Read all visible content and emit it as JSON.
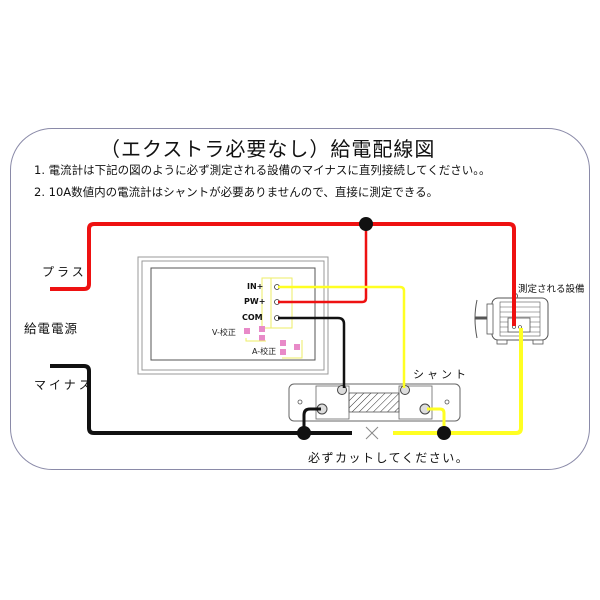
{
  "title": "（エクストラ必要なし）給電配線図",
  "notes": [
    "1. 電流計は下記の図のように必ず測定される設備のマイナスに直列接続してください。。",
    "2. 10A数値内の電流計はシャントが必要ありませんので、直接に測定できる。"
  ],
  "labels": {
    "plus": "プラス",
    "power_source": "給電電源",
    "minus": "マイナス",
    "shunt": "シャント",
    "must_cut": "必ずカットしてください。",
    "device": "測定される設備"
  },
  "meter": {
    "pins": [
      "IN+",
      "PW+",
      "COM"
    ],
    "calibration": [
      "V-校正",
      "A-校正"
    ]
  },
  "colors": {
    "plus_wire": "#ee1111",
    "minus_wire": "#111111",
    "signal_wire": "#ffff22",
    "frame": "#8a8aa8",
    "cal_pad": "#e88ac8"
  }
}
